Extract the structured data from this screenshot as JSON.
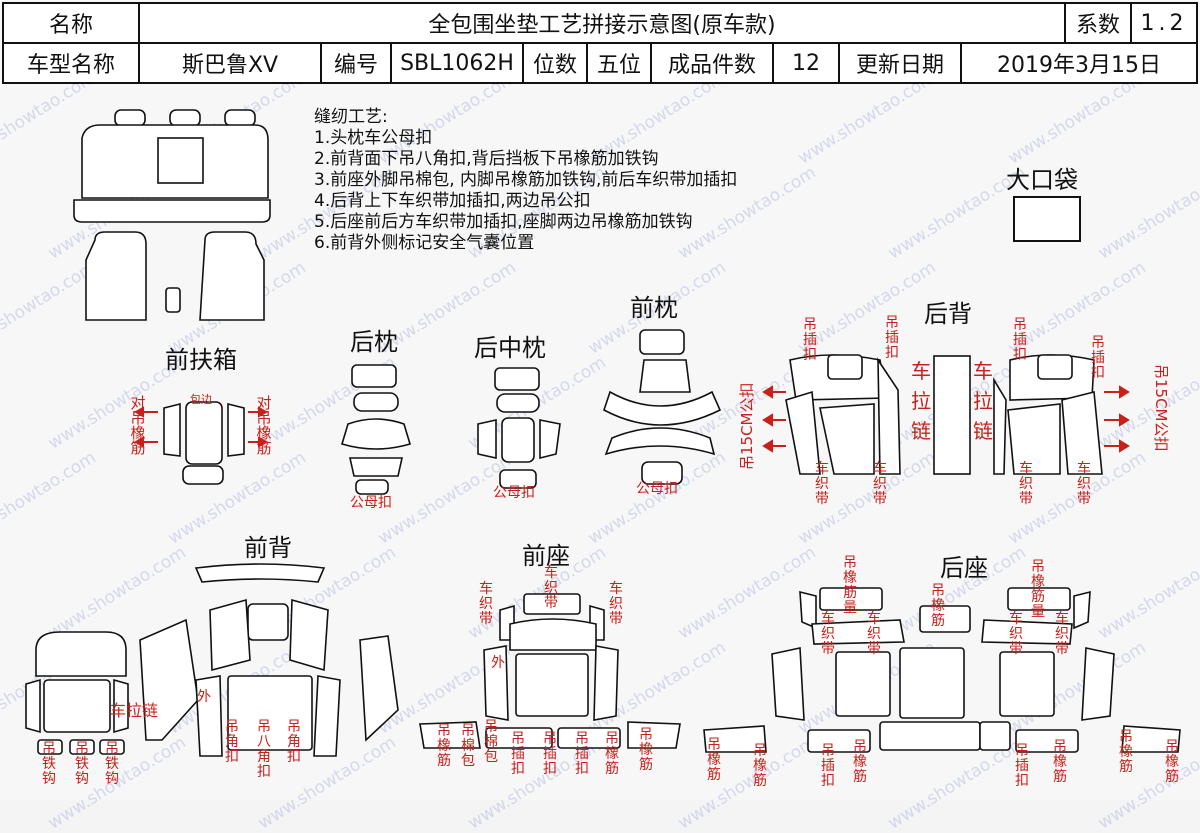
{
  "header": {
    "name_label": "名称",
    "title": "全包围坐垫工艺拼接示意图(原车款)",
    "coef_label": "系数",
    "coef_value": "1.2",
    "model_label": "车型名称",
    "model_value": "斯巴鲁XV",
    "code_label": "编号",
    "code_value": "SBL1062H",
    "seats_label": "位数",
    "seats_value": "五位",
    "pieces_label": "成品件数",
    "pieces_value": "12",
    "date_label": "更新日期",
    "date_value": "2019年3月15日"
  },
  "sewing": {
    "heading": "缝纫工艺:",
    "steps": [
      "1.头枕车公母扣",
      "2.前背面下吊八角扣,背后挡板下吊橡筋加铁钩",
      "3.前座外脚吊棉包, 内脚吊橡筋加铁钩,前后车织带加插扣",
      "4.后背上下车织带加插扣,两边吊公扣",
      "5.后座前后方车织带加插扣,座脚两边吊橡筋加铁钩",
      "6.前背外侧标记安全气囊位置"
    ]
  },
  "sections": {
    "big_pocket": "大口袋",
    "front_armrest": "前扶箱",
    "rear_headrest": "后枕",
    "rear_mid_headrest": "后中枕",
    "front_headrest": "前枕",
    "rear_back": "后背",
    "front_back": "前背",
    "front_seat": "前座",
    "rear_seat": "后座"
  },
  "labels": {
    "dui_diao_xiangjin": "对吊橡筋",
    "dui_diao_xiangjin_r": "对吊橡筋",
    "baobian": "包边",
    "gongmukou": "公母扣",
    "diao_chaokou": "吊插扣",
    "diao_15cm_gongkou": "吊15CM公扣",
    "che_la_lian": "车拉链",
    "che_zhi_dai": "车织带",
    "che_la_lian_h": "车拉链",
    "wai": "外",
    "diao_tiegou": "吊铁钩",
    "diao_bajiaokou": "吊八角扣",
    "diao_jiao_kou": "吊角扣",
    "diao_xiangjin": "吊橡筋",
    "diao_mianbao": "吊棉包",
    "diao_chakou": "吊插扣",
    "diao_xiangjin_jiatiegou": "吊橡筋量"
  }
}
